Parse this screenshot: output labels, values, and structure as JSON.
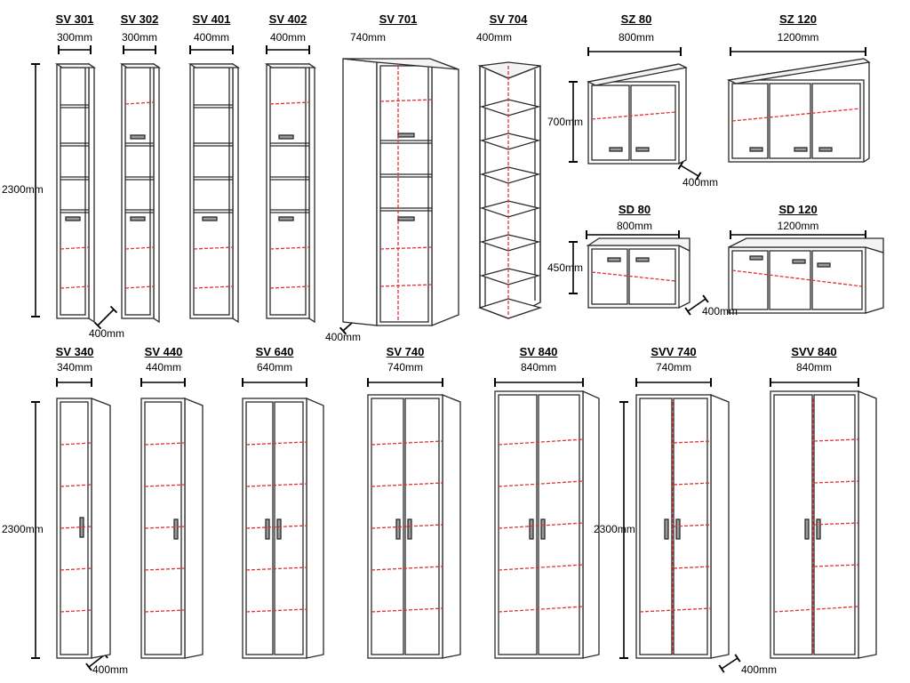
{
  "colors": {
    "outline": "#2a2a2a",
    "hidden_line": "#e0322f",
    "handle": "#9a9a9a",
    "background": "#ffffff"
  },
  "units": "mm",
  "heights": {
    "tall": "2300mm",
    "wall": "700mm",
    "low": "450mm"
  },
  "depths": {
    "d1": "400mm",
    "d2": "400mm",
    "d3": "400mm",
    "d4": "400mm",
    "d5": "400mm",
    "d6": "400mm"
  },
  "row1": [
    {
      "code": "SV 301",
      "width": "300mm"
    },
    {
      "code": "SV 302",
      "width": "300mm"
    },
    {
      "code": "SV 401",
      "width": "400mm"
    },
    {
      "code": "SV 402",
      "width": "400mm"
    },
    {
      "code": "SV 701",
      "width": "740mm"
    },
    {
      "code": "SV 704",
      "width": "400mm"
    }
  ],
  "wall": [
    {
      "code": "SZ 80",
      "width": "800mm"
    },
    {
      "code": "SZ 120",
      "width": "1200mm"
    }
  ],
  "low": [
    {
      "code": "SD 80",
      "width": "800mm"
    },
    {
      "code": "SD 120",
      "width": "1200mm"
    }
  ],
  "row2": [
    {
      "code": "SV 340",
      "width": "340mm"
    },
    {
      "code": "SV 440",
      "width": "440mm"
    },
    {
      "code": "SV 640",
      "width": "640mm"
    },
    {
      "code": "SV 740",
      "width": "740mm"
    },
    {
      "code": "SV 840",
      "width": "840mm"
    },
    {
      "code": "SVV 740",
      "width": "740mm"
    },
    {
      "code": "SVV 840",
      "width": "840mm"
    }
  ]
}
